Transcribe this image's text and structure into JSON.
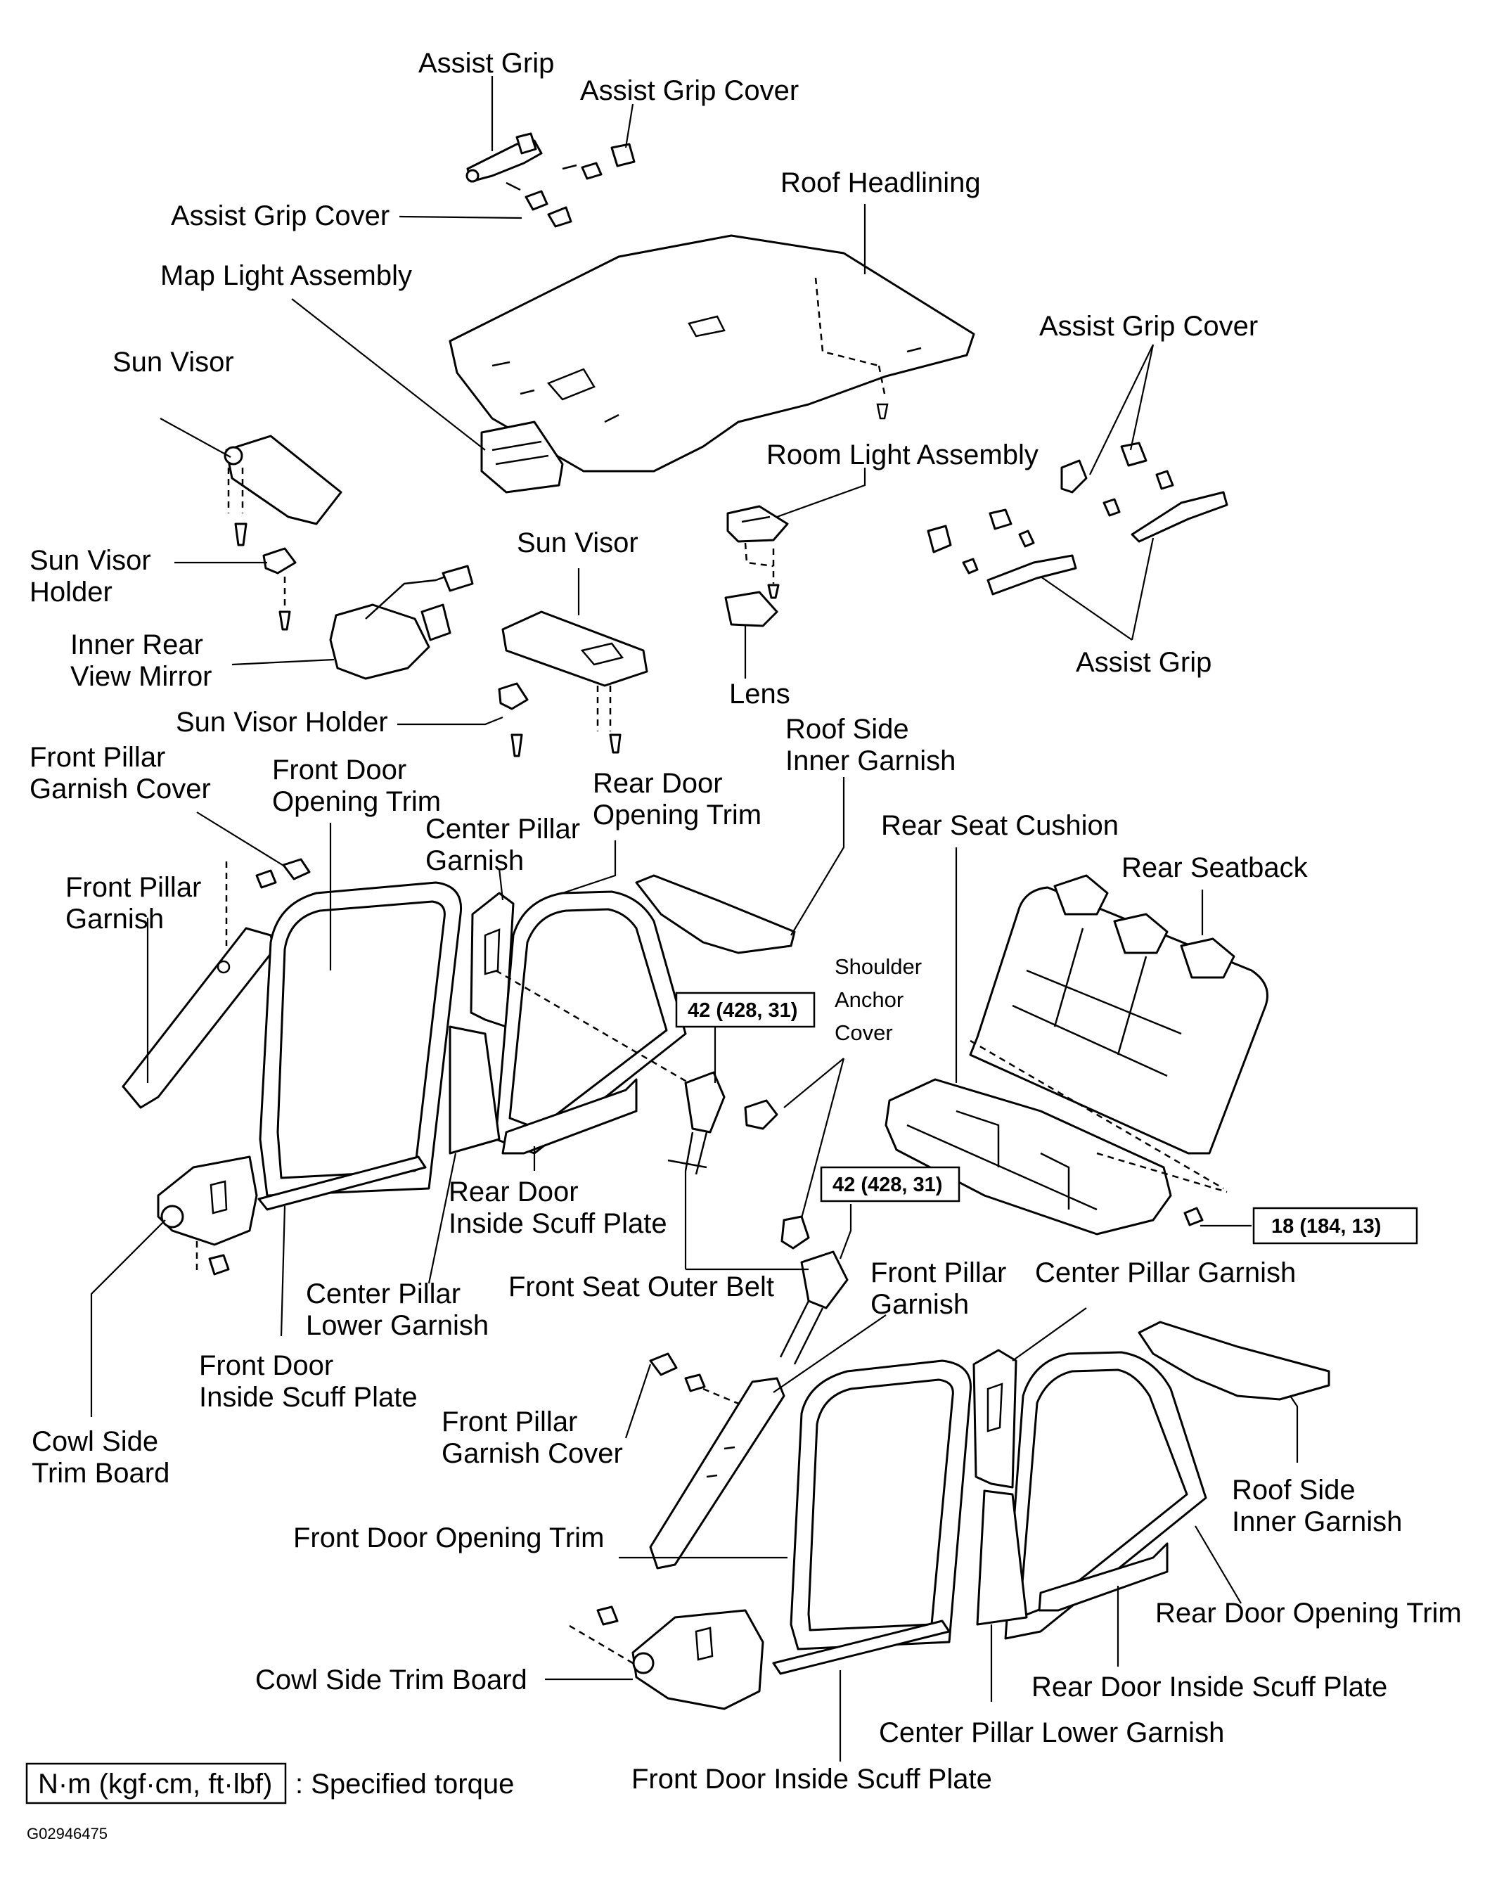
{
  "labels": {
    "assist_grip_top": "Assist Grip",
    "assist_grip_cover_top": "Assist Grip Cover",
    "assist_grip_cover_left": "Assist Grip Cover",
    "roof_headlining": "Roof Headlining",
    "map_light_assembly": "Map Light Assembly",
    "sun_visor_left": "Sun Visor",
    "assist_grip_cover_right": "Assist Grip Cover",
    "room_light_assembly": "Room Light Assembly",
    "sun_visor_holder_left_1": "Sun Visor",
    "sun_visor_holder_left_2": "Holder",
    "sun_visor_right": "Sun Visor",
    "inner_mirror_1": "Inner Rear",
    "inner_mirror_2": "View Mirror",
    "lens": "Lens",
    "assist_grip_right": "Assist Grip",
    "sun_visor_holder_right": "Sun Visor Holder",
    "roof_side_inner_garnish_top_1": "Roof Side",
    "roof_side_inner_garnish_top_2": "Inner Garnish",
    "front_pillar_garnish_cover_top_1": "Front Pillar",
    "front_pillar_garnish_cover_top_2": "Garnish Cover",
    "front_door_opening_trim_top_1": "Front Door",
    "front_door_opening_trim_top_2": "Opening Trim",
    "rear_door_opening_trim_top_1": "Rear Door",
    "rear_door_opening_trim_top_2": "Opening Trim",
    "center_pillar_garnish_top_1": "Center Pillar",
    "center_pillar_garnish_top_2": "Garnish",
    "rear_seat_cushion": "Rear Seat Cushion",
    "rear_seatback": "Rear Seatback",
    "front_pillar_garnish_top_1": "Front Pillar",
    "front_pillar_garnish_top_2": "Garnish",
    "shoulder_anchor_cover_1": "Shoulder",
    "shoulder_anchor_cover_2": "Anchor",
    "shoulder_anchor_cover_3": "Cover",
    "rear_door_inside_scuff_top_1": "Rear Door",
    "rear_door_inside_scuff_top_2": "Inside Scuff Plate",
    "front_seat_outer_belt": "Front Seat Outer Belt",
    "front_pillar_garnish_mid_1": "Front Pillar",
    "front_pillar_garnish_mid_2": "Garnish",
    "center_pillar_garnish_bottom": "Center Pillar Garnish",
    "center_pillar_lower_garnish_top_1": "Center Pillar",
    "center_pillar_lower_garnish_top_2": "Lower Garnish",
    "front_door_inside_scuff_top_1": "Front Door",
    "front_door_inside_scuff_top_2": "Inside Scuff Plate",
    "front_pillar_garnish_cover_bottom_1": "Front Pillar",
    "front_pillar_garnish_cover_bottom_2": "Garnish Cover",
    "cowl_side_trim_board_top_1": "Cowl Side",
    "cowl_side_trim_board_top_2": "Trim Board",
    "roof_side_inner_garnish_bottom_1": "Roof Side",
    "roof_side_inner_garnish_bottom_2": "Inner Garnish",
    "front_door_opening_trim_bottom": "Front Door Opening Trim",
    "rear_door_opening_trim_bottom": "Rear Door Opening Trim",
    "cowl_side_trim_board_bottom": "Cowl Side Trim Board",
    "rear_door_inside_scuff_bottom": "Rear Door Inside Scuff Plate",
    "center_pillar_lower_garnish_bottom": "Center Pillar Lower Garnish",
    "front_door_inside_scuff_bottom": "Front Door Inside Scuff Plate"
  },
  "torques": {
    "belt_upper": "42 (428, 31)",
    "belt_lower": "42 (428, 31)",
    "seat": "18 (184, 13)"
  },
  "legend": {
    "unit_box": "N·m (kgf·cm, ft·lbf)",
    "description": ": Specified torque"
  },
  "figure_code": "G02946475"
}
